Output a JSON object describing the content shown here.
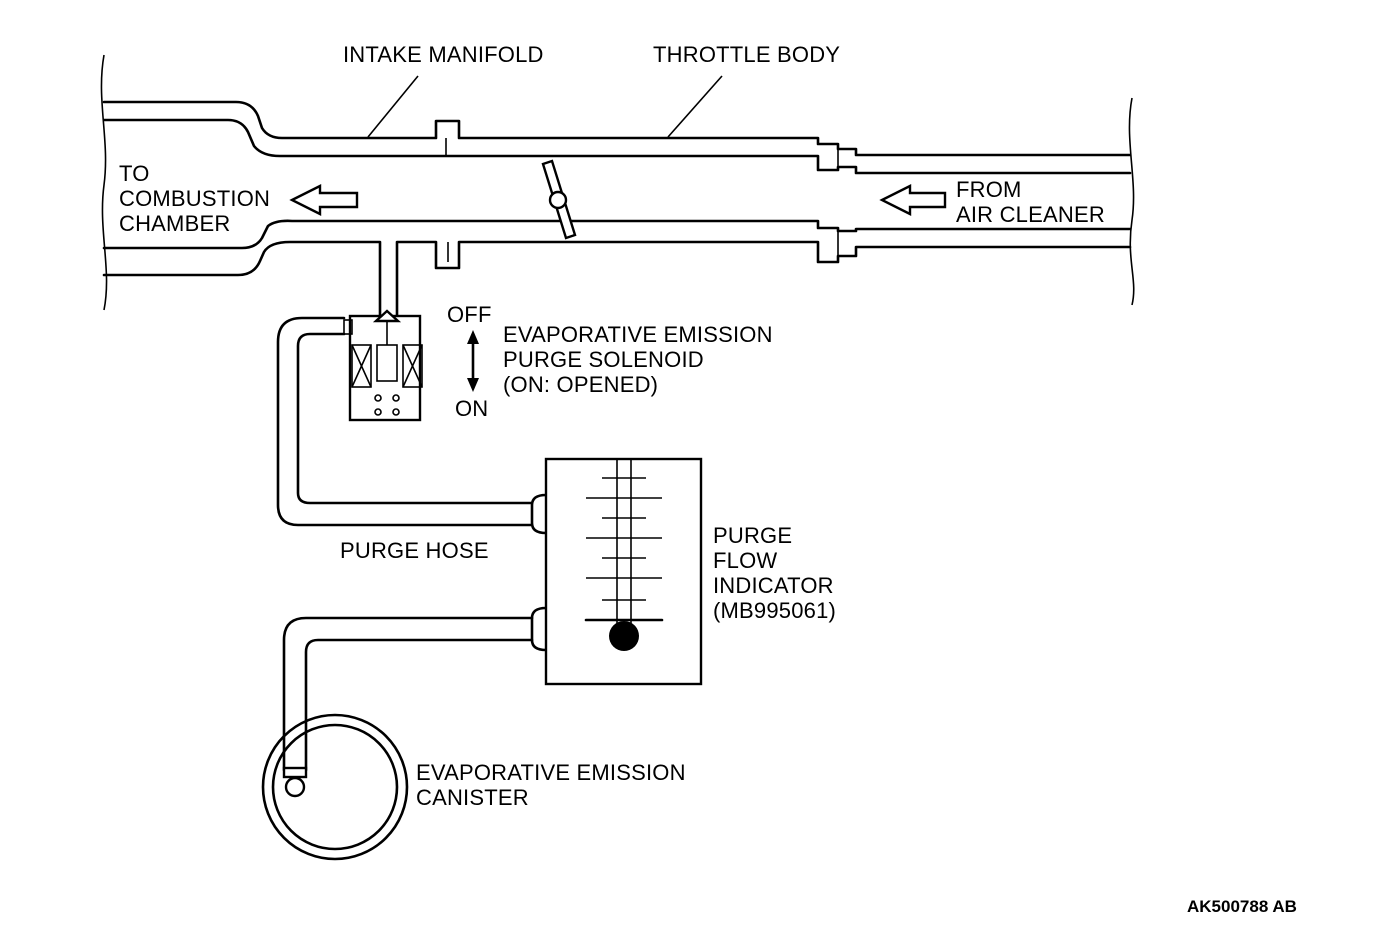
{
  "labels": {
    "intake_manifold": "INTAKE MANIFOLD",
    "throttle_body": "THROTTLE BODY",
    "to_combustion": [
      "TO",
      "COMBUSTION",
      "CHAMBER"
    ],
    "from_air_cleaner": [
      "FROM",
      "AIR CLEANER"
    ],
    "off": "OFF",
    "on": "ON",
    "solenoid": [
      "EVAPORATIVE EMISSION",
      "PURGE SOLENOID",
      "(ON: OPENED)"
    ],
    "purge_hose": "PURGE HOSE",
    "indicator": [
      "PURGE",
      "FLOW",
      "INDICATOR",
      "(MB995061)"
    ],
    "canister": [
      "EVAPORATIVE EMISSION",
      "CANISTER"
    ],
    "figure_code": "AK500788 AB"
  },
  "colors": {
    "line": "#000000",
    "background": "#ffffff"
  }
}
